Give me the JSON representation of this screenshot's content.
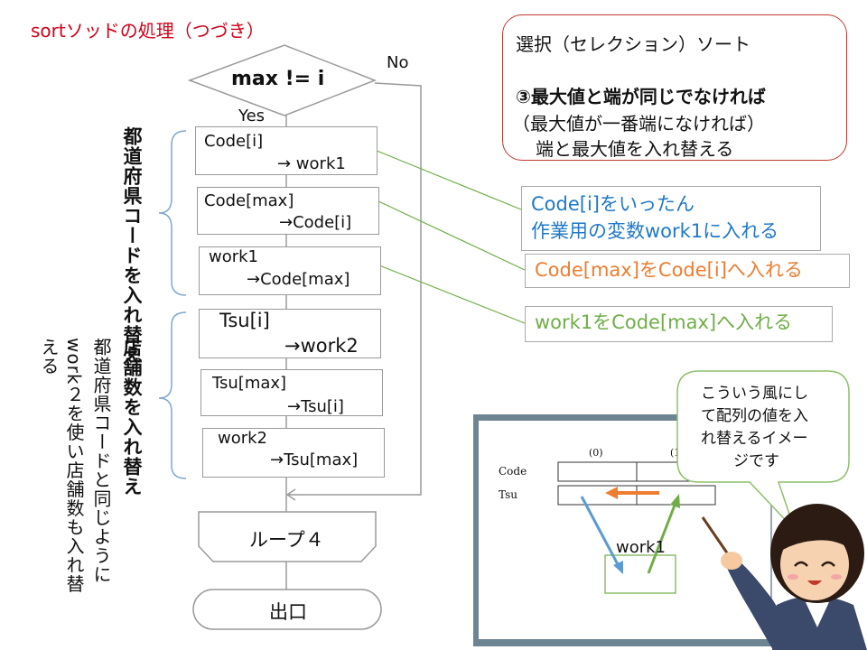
{
  "title": "sortソッドの処理（つづき）",
  "decision": {
    "label": "max  !=  i",
    "yes": "Yes",
    "no": "No"
  },
  "group1_label": "都道府県コードを入れ替え",
  "group2_label": "店舗数を入れ替え",
  "group2_note_line1": "都道府県コードと同じように",
  "group2_note_line2": "work２を使い店舗数も入れ替",
  "group2_note_line3": "える",
  "steps": [
    {
      "line1": "Code[i]",
      "line2": "→ work1"
    },
    {
      "line1": "Code[max]",
      "line2": "→Code[i]"
    },
    {
      "line1": "work1",
      "line2": "→Code[max]"
    },
    {
      "line1": "Tsu[i]",
      "line2": "→work2"
    },
    {
      "line1": "Tsu[max]",
      "line2": "→Tsu[i]"
    },
    {
      "line1": "work2",
      "line2": "→Tsu[max]"
    }
  ],
  "loop_label": "ループ４",
  "exit_label": "出口",
  "info_box": {
    "line1": "選択（セレクション）ソート",
    "line2": "③最大値と端が同じでなければ",
    "line3": "（最大値が一番端になければ）",
    "line4": "端と最大値を入れ替える"
  },
  "callouts": [
    {
      "line1": "Code[i]をいったん",
      "line2": "作業用の変数work1に入れる",
      "color": "#1f78c8"
    },
    {
      "line1": "Code[max]をCode[i]へ入れる",
      "color": "#ed7d31"
    },
    {
      "line1": "work1をCode[max]へ入れる",
      "color": "#70ad47"
    }
  ],
  "speech_bubble": {
    "line1": "こういう風にし",
    "line2": "て配列の値を入",
    "line3": "れ替えるイメー",
    "line4": "ジです"
  },
  "board": {
    "index0": "(0)",
    "index1": "(1",
    "row1": "Code",
    "row2": "Tsu",
    "work_label": "work1"
  },
  "colors": {
    "title": "#d0021b",
    "blue": "#1f78c8",
    "orange": "#ed7d31",
    "green": "#70ad47",
    "bracket": "#7fa7cf",
    "info_border": "#c0392b"
  }
}
